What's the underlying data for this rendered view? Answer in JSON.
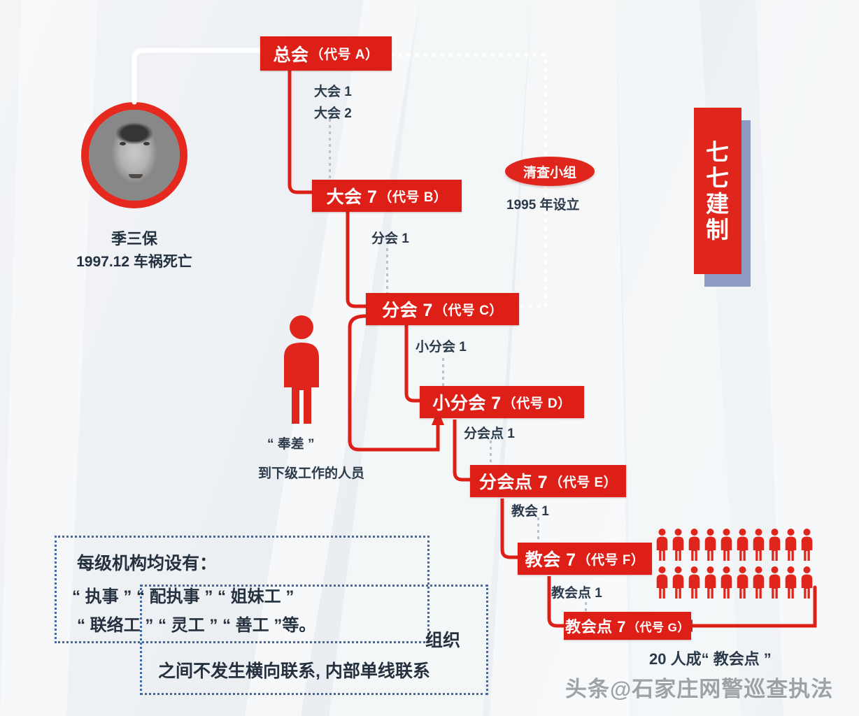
{
  "theme": {
    "red": "#dd1f17",
    "ellipse_red": "#e0261c",
    "banner_shadow": "#8e9cc4",
    "label_text": "#2b3a4a",
    "dash_border": "#3f6aa6",
    "background": "#eef1f4"
  },
  "portrait": {
    "name": "季三保",
    "detail": "1997.12 车祸死亡"
  },
  "banner": {
    "chars": [
      "七",
      "七",
      "建",
      "制"
    ]
  },
  "task_group": {
    "label": "清查小组",
    "year_note": "1995 年设立"
  },
  "nodes": [
    {
      "id": "A",
      "title": "总会",
      "code": "（代号 A）"
    },
    {
      "id": "B",
      "title": "大会 7",
      "code": "（代号 B）"
    },
    {
      "id": "C",
      "title": "分会 7",
      "code": "（代号 C）"
    },
    {
      "id": "D",
      "title": "小分会 7",
      "code": "（代号 D）"
    },
    {
      "id": "E",
      "title": "分会点 7",
      "code": "（代号 E）"
    },
    {
      "id": "F",
      "title": "教会 7",
      "code": "（代号 F）"
    },
    {
      "id": "G",
      "title": "教会点 7",
      "code": "（代号 G）"
    }
  ],
  "sublabels": {
    "a1": "大会 1",
    "a2": "大会 2",
    "b1": "分会 1",
    "c1": "小分会 1",
    "d1": "分会点 1",
    "e1": "教会 1",
    "f1": "教会点 1"
  },
  "envoy": {
    "label": "“ 奉差 ”",
    "detail": "到下级工作的人员"
  },
  "crowd": {
    "caption": "20 人成“ 教会点 ”",
    "rows": 2,
    "per_row": 10,
    "total": 20
  },
  "note_roles": {
    "heading": "每级机构均设有：",
    "line1": "“ 执事 ” “ 配执事 ” “ 姐妹工 ”",
    "line2": "“ 联络工 ” “ 灵工 ” “ 善工 ”等。"
  },
  "note_relations": {
    "word": "组织",
    "line": "之间不发生横向联系, 内部单线联系"
  },
  "watermark": {
    "text": "头条@石家庄网警巡查执法"
  }
}
